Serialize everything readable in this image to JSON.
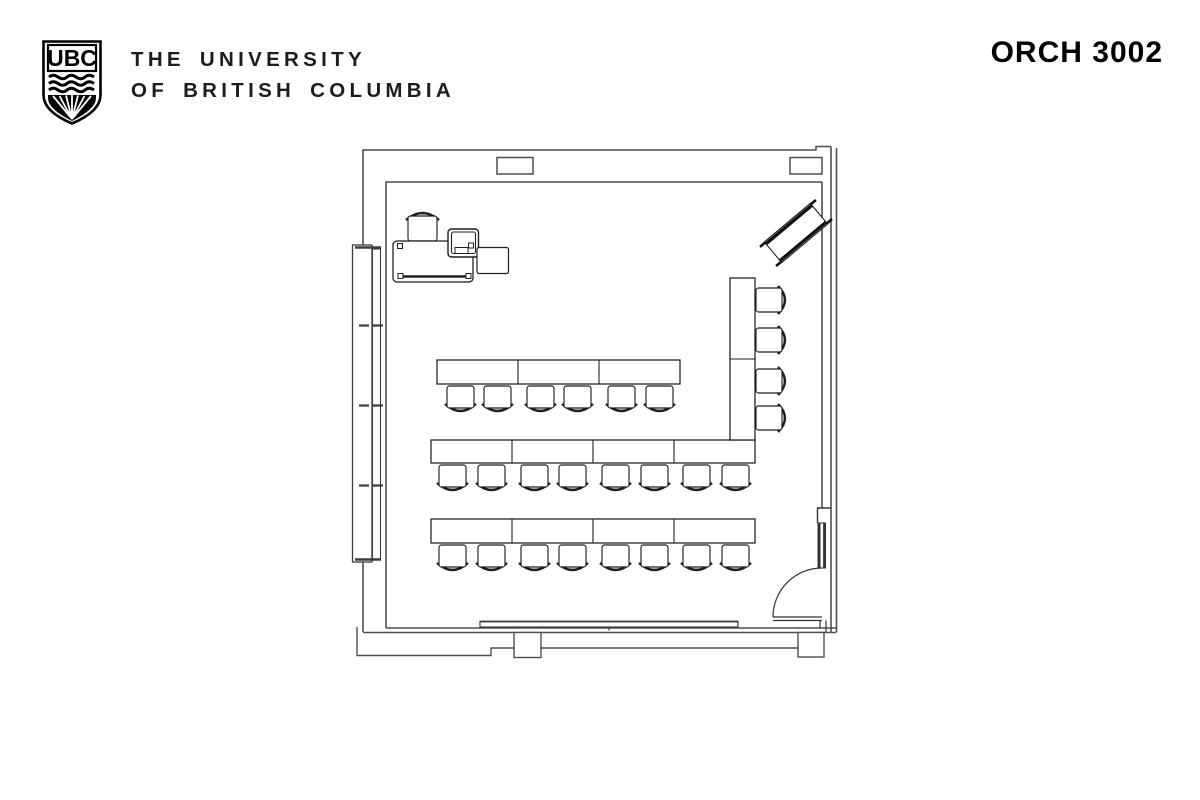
{
  "header": {
    "logo": {
      "name": "ubc-crest-logo",
      "text": "UBC"
    },
    "university_line1": "THE UNIVERSITY",
    "university_line2": "OF BRITISH COLUMBIA"
  },
  "room": {
    "code": "ORCH 3002"
  },
  "colors": {
    "ink": "#1f1f1f",
    "wall": "#4f4f4f",
    "text": "#1d1d1d",
    "background": "#ffffff"
  },
  "floorplan": {
    "description": "Top-down floor plan of classroom ORCH 3002",
    "seating_rows": [
      {
        "name": "front-row",
        "table_sections": 3,
        "seats": 6
      },
      {
        "name": "middle-row",
        "table_sections": 4,
        "seats": 8
      },
      {
        "name": "back-row",
        "table_sections": 4,
        "seats": 8
      },
      {
        "name": "right-column",
        "table_sections": 2,
        "seats": 4
      }
    ],
    "total_seats": 26,
    "fixtures": [
      "instructor-chair",
      "instructor-desk",
      "desk-equipment",
      "side-table",
      "mobile-av-cart",
      "left-window-band",
      "bottom-whiteboard",
      "entry-door-with-swing",
      "top-wall-columns",
      "exterior-footings"
    ]
  }
}
